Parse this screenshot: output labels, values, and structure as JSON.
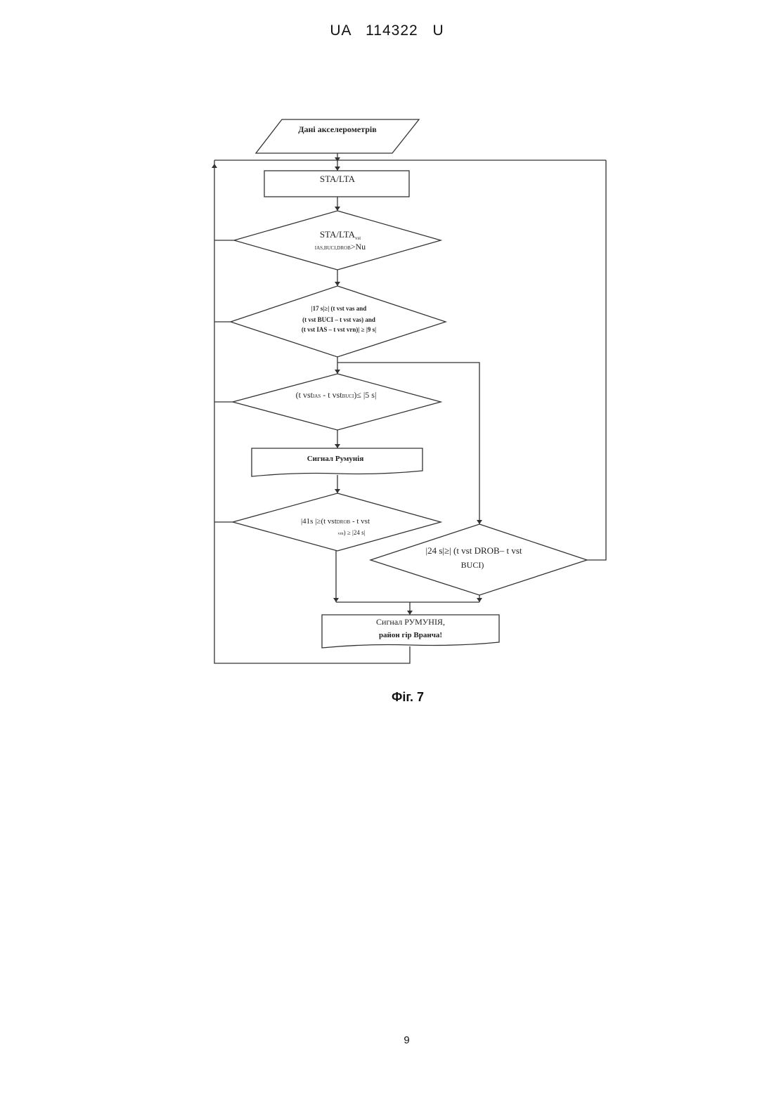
{
  "header": "UA 114322 U",
  "figure_caption": "Фіг. 7",
  "page_number": "9",
  "flowchart": {
    "input": "Дані акселерометрів",
    "sta_lta_box": "STA/LTA",
    "decision1": {
      "line1": "STA/LTA",
      "line1_sub": "vst",
      "line2_sub": "IAS,BUCI,DROB",
      "line2": ">Nu"
    },
    "decision2": {
      "line1": "|17 s|≥| (t vst vas and",
      "line2": "(t vst BUCI – t vst vas) and",
      "line3": "(t vst IAS – t vst vrn)| ≥ |9 s|"
    },
    "decision3": {
      "pre": "(t vst",
      "sub1": "IAS",
      "mid": " - t vst",
      "sub2": "BUCI",
      "post": ")≤ |5 s|"
    },
    "signal_box": "Сигнал Румунія",
    "decision4": {
      "line1_pre": "|41s |≥(t vst",
      "line1_sub": "DROB",
      "line1_post": " - t vst",
      "line2_sub": "vrn",
      "line2_post": ") ≥ |24 s|"
    },
    "decision5": {
      "line1": "|24 s|≥| (t vst DROB– t vst",
      "line2": "BUCI)"
    },
    "final_box": {
      "line1": "Сигнал РУМУНІЯ,",
      "line2": "район гір Вранча!"
    }
  }
}
